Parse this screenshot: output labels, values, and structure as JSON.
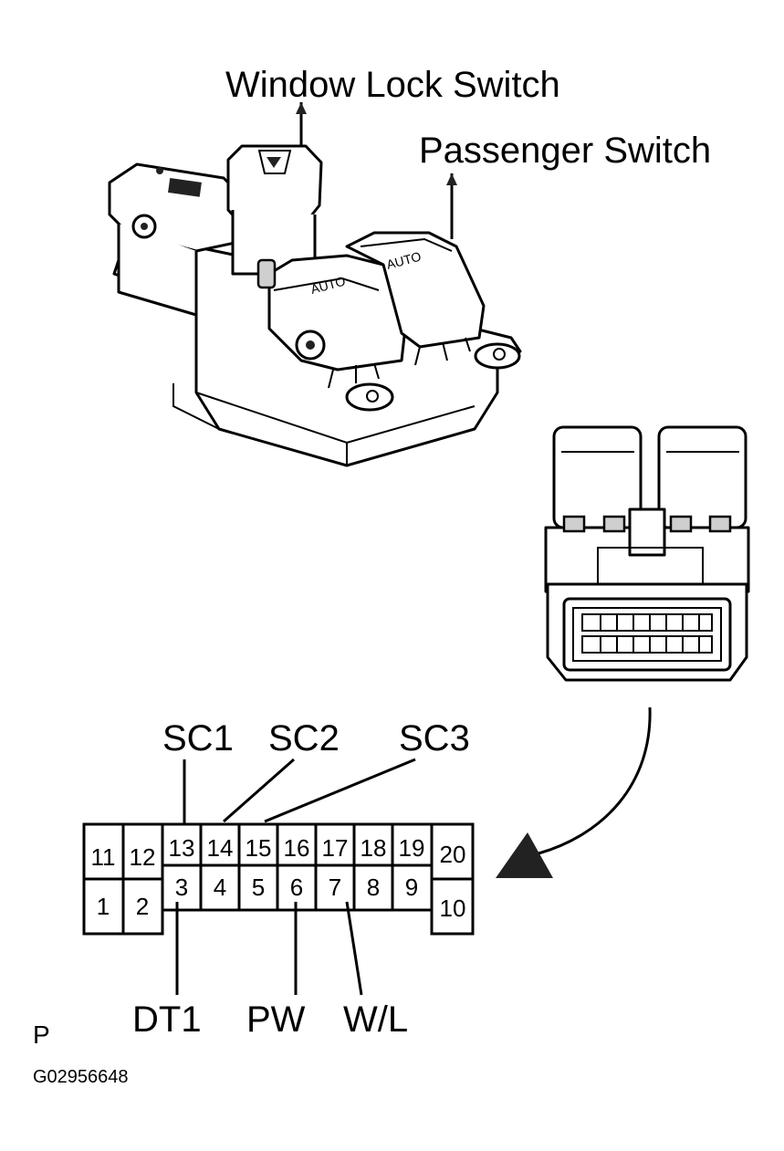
{
  "labels": {
    "window_lock_switch": "Window Lock Switch",
    "passenger_switch": "Passenger Switch",
    "auto_1": "AUTO",
    "auto_2": "AUTO",
    "sc1": "SC1",
    "sc2": "SC2",
    "sc3": "SC3",
    "dt1": "DT1",
    "pw": "PW",
    "wl": "W/L",
    "p_mark": "P",
    "figure_code": "G02956648"
  },
  "connector": {
    "top_row": [
      "11",
      "12",
      "13",
      "14",
      "15",
      "16",
      "17",
      "18",
      "19",
      "20"
    ],
    "bottom_row": [
      "1",
      "2",
      "3",
      "4",
      "5",
      "6",
      "7",
      "8",
      "9",
      "10"
    ]
  }
}
